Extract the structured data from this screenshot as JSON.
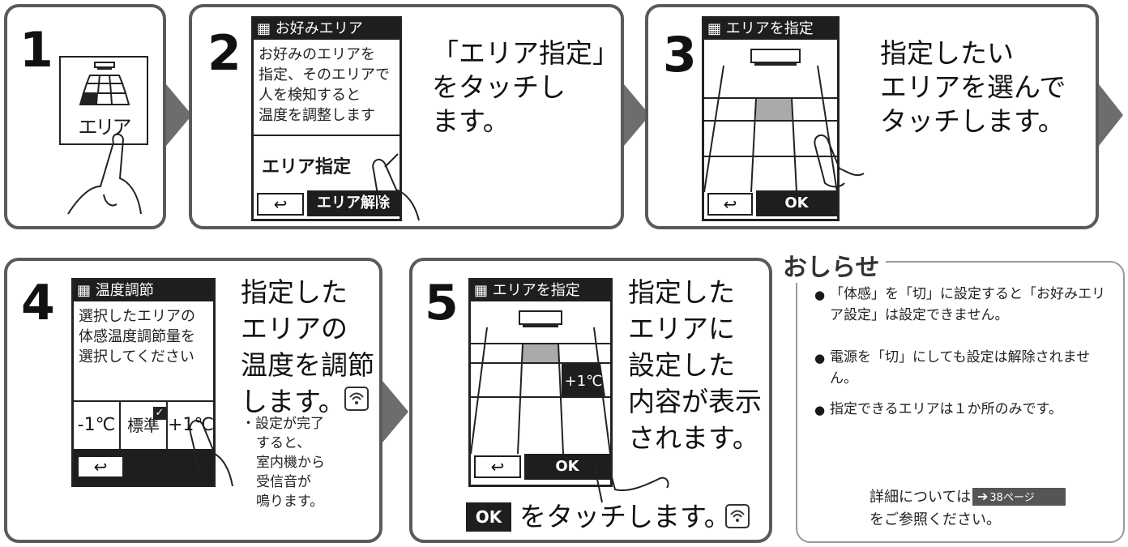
{
  "step1": {
    "number": "1",
    "icon_label": "エリア"
  },
  "step2": {
    "number": "2",
    "screen_title": "お好みエリア",
    "screen_lines": [
      "お好みのエリアを",
      "指定、そのエリアで",
      "人を検知すると",
      "温度を調整します"
    ],
    "option": "エリア指定",
    "back": "↩",
    "softkey": "エリア解除",
    "instruction": [
      "「エリア指定」",
      "をタッチし",
      "ます。"
    ]
  },
  "step3": {
    "number": "3",
    "screen_title": "エリアを指定",
    "back": "↩",
    "softkey": "OK",
    "instruction": [
      "指定したい",
      "エリアを選んで",
      "タッチします。"
    ]
  },
  "step4": {
    "number": "4",
    "screen_title": "温度調節",
    "screen_lines": [
      "選択したエリアの",
      "体感温度調節量を",
      "選択してください"
    ],
    "options": [
      "-1℃",
      "標準",
      "+1℃"
    ],
    "back": "↩",
    "instruction": [
      "指定した",
      "エリアの",
      "温度を調節",
      "します。"
    ],
    "note": [
      "・設定が完了",
      "すると、",
      "室内機から",
      "受信音が",
      "鳴ります。"
    ]
  },
  "step5": {
    "number": "5",
    "screen_title": "エリアを指定",
    "temp_label": "+1℃",
    "back": "↩",
    "softkey": "OK",
    "instruction": [
      "指定した",
      "エリアに",
      "設定した",
      "内容が表示",
      "されます。"
    ],
    "bottom_key": "OK",
    "bottom_text": "をタッチします。"
  },
  "notice": {
    "title": "おしらせ",
    "items": [
      "「体感」を「切」に設定すると「お好みエリア設定」は設定できません。",
      "電源を「切」にしても設定は解除されません。",
      "指定できるエリアは１か所のみです。"
    ],
    "ref_prefix": "詳細については",
    "ref_link": "38ページ",
    "ref_suffix": "をご参照ください。"
  }
}
